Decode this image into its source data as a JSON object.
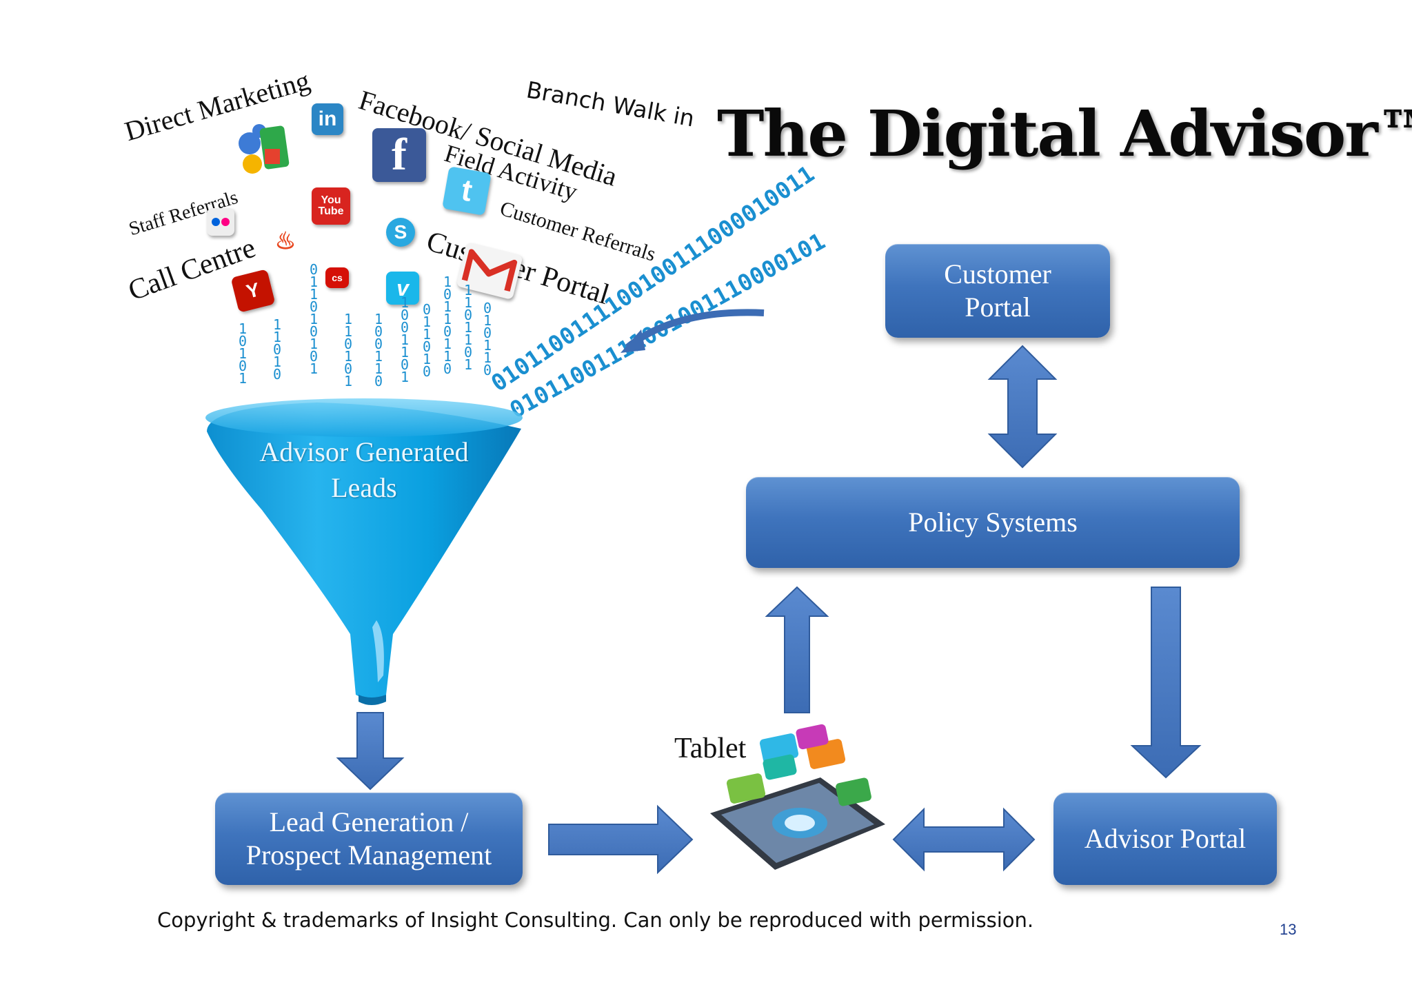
{
  "title": "The Digital Advisor™",
  "sources": {
    "direct_marketing": "Direct Marketing",
    "facebook_social": "Facebook/ Social Media",
    "branch_walk_in": "Branch Walk in",
    "field_activity": "Field Activity",
    "staff_referrals": "Staff Referrals",
    "customer_referrals": "Customer Referrals",
    "customer_portal": "Customer Portal",
    "call_centre": "Call Centre"
  },
  "funnel": {
    "line1": "Advisor Generated",
    "line2": "Leads"
  },
  "boxes": {
    "customer_portal": {
      "line1": "Customer",
      "line2": "Portal"
    },
    "policy_systems": "Policy Systems",
    "lead_generation": {
      "line1": "Lead Generation /",
      "line2": "Prospect Management"
    },
    "advisor_portal": "Advisor Portal"
  },
  "tablet_label": "Tablet",
  "binary_stream": {
    "upper": "0101100111100100111000010011",
    "lower": "01011001111001001110000101"
  },
  "footer": "Copyright & trademarks of Insight Consulting. Can only be reproduced with permission.",
  "page_number": "13",
  "colors": {
    "box_blue": "#3f74bd",
    "arrow_blue": "#4a7cc4",
    "funnel_blue": "#11a6e3",
    "binary_blue": "#1a8fd0"
  },
  "icons": [
    "linkedin-icon",
    "google-icon",
    "facebook-icon",
    "twitter-icon",
    "youtube-icon",
    "flickr-icon",
    "skype-icon",
    "vimeo-icon",
    "gmail-icon",
    "yelp-icon",
    "lastfm-icon",
    "feedburner-icon"
  ]
}
